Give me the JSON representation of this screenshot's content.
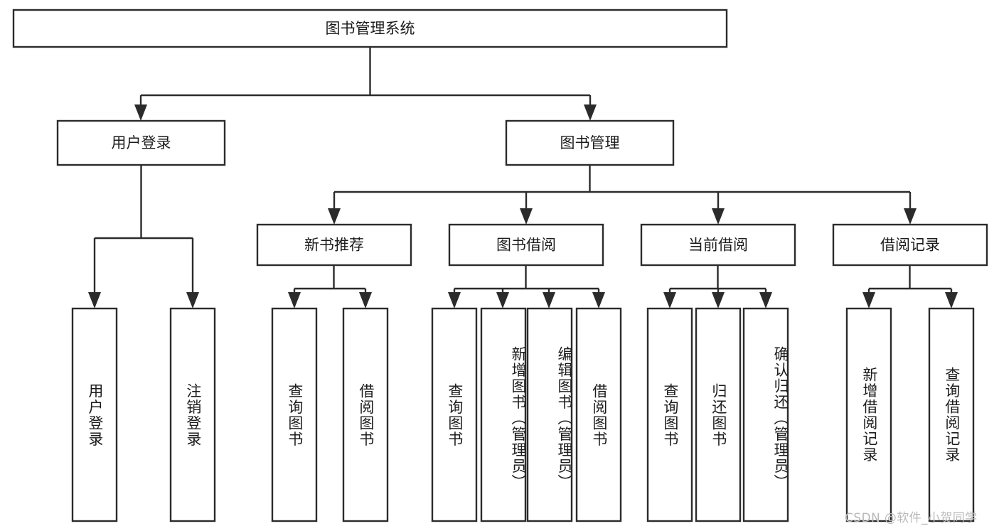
{
  "diagram": {
    "type": "tree-hierarchy",
    "title": "图书管理系统",
    "root": {
      "label": "图书管理系统"
    },
    "level2": [
      {
        "id": "user-login",
        "label": "用户登录"
      },
      {
        "id": "book-manage",
        "label": "图书管理"
      }
    ],
    "level3": [
      {
        "id": "new-book-recommend",
        "label": "新书推荐"
      },
      {
        "id": "book-borrow",
        "label": "图书借阅"
      },
      {
        "id": "current-borrow",
        "label": "当前借阅"
      },
      {
        "id": "borrow-record",
        "label": "借阅记录"
      }
    ],
    "leaves": {
      "user-login": [
        {
          "id": "leaf-user-login",
          "label": "用户登录"
        },
        {
          "id": "leaf-logout-login",
          "label": "注销登录"
        }
      ],
      "new-book-recommend": [
        {
          "id": "leaf-query-book-1",
          "label": "查询图书"
        },
        {
          "id": "leaf-borrow-book-1",
          "label": "借阅图书"
        }
      ],
      "book-borrow": [
        {
          "id": "leaf-query-book-2",
          "label": "查询图书"
        },
        {
          "id": "leaf-add-book",
          "label": "新增图书（管理员）"
        },
        {
          "id": "leaf-edit-book",
          "label": "编辑图书（管理员）"
        },
        {
          "id": "leaf-borrow-book-2",
          "label": "借阅图书"
        }
      ],
      "current-borrow": [
        {
          "id": "leaf-query-book-3",
          "label": "查询图书"
        },
        {
          "id": "leaf-return-book",
          "label": "归还图书"
        },
        {
          "id": "leaf-confirm-return",
          "label": "确认归还（管理员）"
        }
      ],
      "borrow-record": [
        {
          "id": "leaf-add-record",
          "label": "新增借阅记录"
        },
        {
          "id": "leaf-query-record",
          "label": "查询借阅记录"
        }
      ]
    }
  },
  "watermark": {
    "text": "CSDN @软件_小贺同学"
  },
  "colors": {
    "box_stroke": "#2b2b2b",
    "box_fill": "#ffffff",
    "text": "#1c1c1c",
    "connector": "#2b2b2b",
    "watermark": "#b9b9b9",
    "background": "#ffffff"
  }
}
